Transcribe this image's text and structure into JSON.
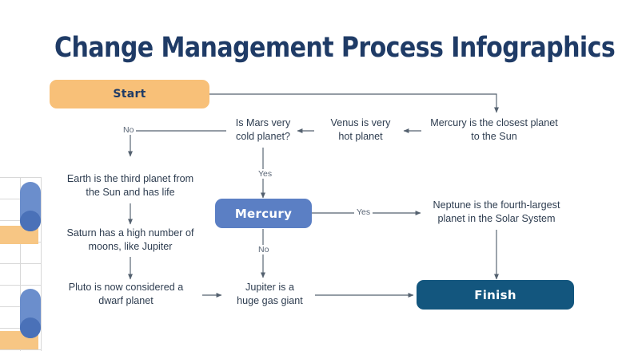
{
  "slide": {
    "title": "Change Management Process Infographics",
    "background_color": "#ffffff",
    "title_color": "#1f3b66"
  },
  "palette": {
    "orange": "#f8c078",
    "blue": "#5b7fc4",
    "dark_blue": "#13567e",
    "line": "#5a6676",
    "text": "#2e3d50",
    "grid": "#d8d8d8",
    "pill": "#6b8ecc",
    "pill_dark": "#4a71b8"
  },
  "nodes": [
    {
      "id": "start",
      "label": "Start",
      "type": "box-start",
      "shape": "rounded-rect"
    },
    {
      "id": "mercury",
      "label": "Mercury",
      "type": "box-mercury",
      "shape": "rounded-rect"
    },
    {
      "id": "finish",
      "label": "Finish",
      "type": "box-finish",
      "shape": "rounded-rect"
    },
    {
      "id": "mercury_closest",
      "label": "Mercury is the closest planet to the Sun",
      "type": "text"
    },
    {
      "id": "venus_hot",
      "label": "Venus is very hot planet",
      "type": "text"
    },
    {
      "id": "mars_cold",
      "label": "Is Mars very cold planet?",
      "type": "text"
    },
    {
      "id": "earth_third",
      "label": "Earth is the third planet from the Sun and has life",
      "type": "text"
    },
    {
      "id": "saturn_moons",
      "label": "Saturn has a high number of moons, like Jupiter",
      "type": "text"
    },
    {
      "id": "pluto_dwarf",
      "label": "Pluto is now considered a dwarf planet",
      "type": "text"
    },
    {
      "id": "jupiter_gas",
      "label": "Jupiter is a huge gas giant",
      "type": "text"
    },
    {
      "id": "neptune_fourth",
      "label": "Neptune is the fourth-largest planet in the Solar System",
      "type": "text"
    }
  ],
  "node_lines": {
    "mercury_closest_l1": "Mercury is the closest planet",
    "mercury_closest_l2": "to the Sun",
    "venus_hot_l1": "Venus is very",
    "venus_hot_l2": "hot planet",
    "mars_cold_l1": "Is Mars very",
    "mars_cold_l2": "cold planet?",
    "earth_third_l1": "Earth is the third planet from",
    "earth_third_l2": "the Sun and has life",
    "saturn_moons_l1": "Saturn has a high number of",
    "saturn_moons_l2": "moons, like Jupiter",
    "pluto_dwarf_l1": "Pluto is now considered a",
    "pluto_dwarf_l2": "dwarf planet",
    "jupiter_gas_l1": "Jupiter is a",
    "jupiter_gas_l2": "huge gas giant",
    "neptune_fourth_l1": "Neptune is the fourth-largest",
    "neptune_fourth_l2": "planet in the Solar System"
  },
  "edge_labels": {
    "no_to_earth": "No",
    "yes_to_mercury": "Yes",
    "yes_to_neptune": "Yes",
    "no_to_jupiter": "No"
  }
}
